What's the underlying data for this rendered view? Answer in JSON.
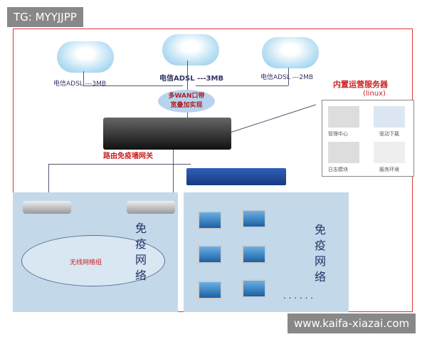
{
  "watermark_top": "TG: MYYJJPP",
  "watermark_bottom": "www.kaifa-xiazai.com",
  "links": [
    "电信ADSL ---3MB",
    "电信ADSL ---3MB",
    "电信ADSL ---2MB"
  ],
  "wan_bubble": [
    "多WAN口带",
    "宽叠加实现"
  ],
  "gateway_label": "路由免疫墙网关",
  "server": {
    "title": "内置运营服务器",
    "subtitle": "(linux)",
    "modules": [
      "管理中心",
      "驱动下载",
      "日志模块",
      "服务环境"
    ]
  },
  "wireless_label": "无线网络组",
  "immune_label": "免疫网络",
  "ellipsis": ". . . . . ."
}
